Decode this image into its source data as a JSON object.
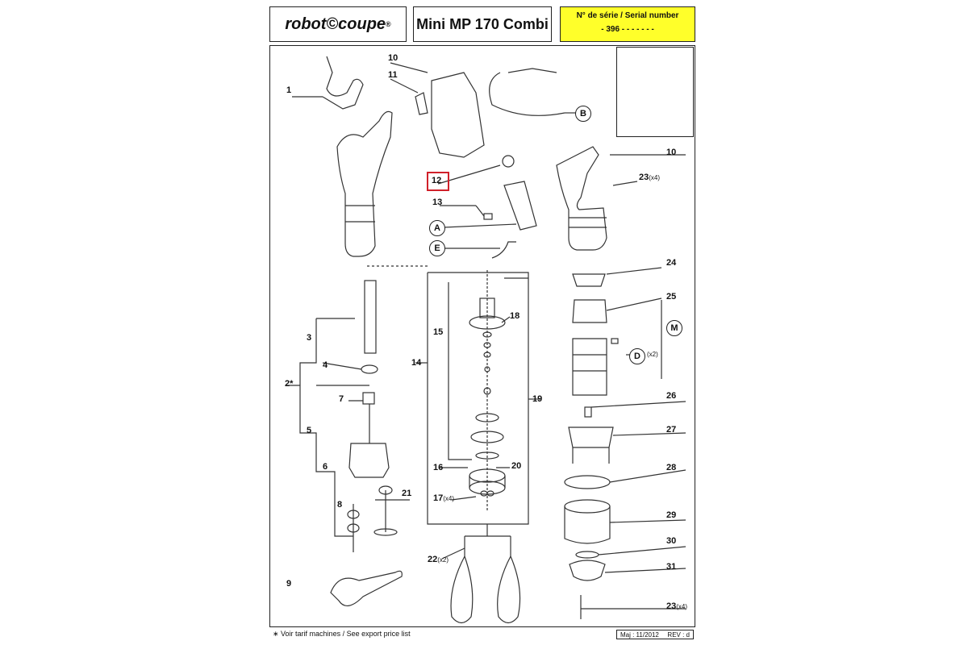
{
  "header": {
    "logo_text": "robot©coupe",
    "logo_mark": "®",
    "model": "Mini MP 170 Combi",
    "serial_label": "N° de série / Serial number",
    "serial_value": "- 396 - - - - -    - -",
    "serial_bg": "#ffff2a"
  },
  "highlight_color": "#d0202a",
  "parts": {
    "p1": "1",
    "p2": "2*",
    "p3": "3",
    "p4": "4",
    "p5": "5",
    "p6": "6",
    "p7": "7",
    "p8": "8",
    "p9": "9",
    "p10a": "10",
    "p10b": "10",
    "p11": "11",
    "p12": "12",
    "p13": "13",
    "p14": "14",
    "p15": "15",
    "p16": "16",
    "p17": "17",
    "p17_qty": "(x4)",
    "p18": "18",
    "p19": "19",
    "p20": "20",
    "p21": "21",
    "p22": "22",
    "p22_qty": "(x2)",
    "p23a": "23",
    "p23a_qty": "(x4)",
    "p23b": "23",
    "p23b_qty": "(x4)",
    "p24": "24",
    "p25": "25",
    "p26": "26",
    "p27": "27",
    "p28": "28",
    "p29": "29",
    "p30": "30",
    "p31": "31"
  },
  "circles": {
    "A": "A",
    "B": "B",
    "D": "D",
    "D_qty": "(x2)",
    "E": "E",
    "M": "M"
  },
  "footer": {
    "note": "∗ Voir tarif machines / See export price list",
    "maj": "Maj : 11/2012",
    "rev": "REV : d"
  }
}
